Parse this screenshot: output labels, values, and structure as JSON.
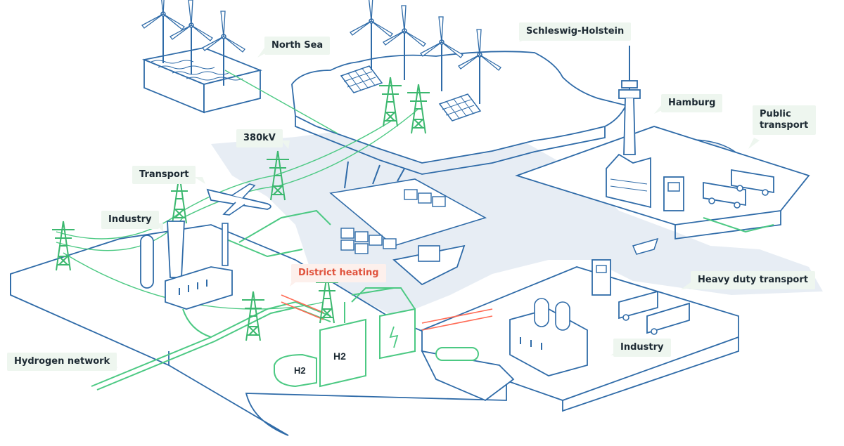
{
  "labels": {
    "north_sea": "North Sea",
    "schleswig_holstein": "Schleswig-Holstein",
    "hamburg": "Hamburg",
    "public_transport": "Public transport",
    "kv380": "380kV",
    "transport": "Transport",
    "industry_left": "Industry",
    "district_heating": "District heating",
    "heavy_duty_transport": "Heavy duty transport",
    "industry_right": "Industry",
    "hydrogen_network": "Hydrogen network",
    "h2_left": "H2",
    "h2_right": "H2"
  },
  "colors": {
    "outline": "#2f6ba8",
    "water": "#e7edf4",
    "green_line": "#4cc983",
    "green_fill": "#dff5e6",
    "red_line": "#ff6b55",
    "label_bg": "#eef6ef",
    "label_bg_warm": "#fdf0ec"
  },
  "icons": [
    "wind-turbine-icon",
    "solar-panel-icon",
    "power-pylon-icon",
    "airplane-icon",
    "tv-tower-icon",
    "bus-icon",
    "truck-icon",
    "ship-icon",
    "factory-icon",
    "electrolyzer-icon",
    "hydrogen-tank-icon",
    "battery-icon",
    "crane-icon",
    "fuel-pump-icon"
  ]
}
